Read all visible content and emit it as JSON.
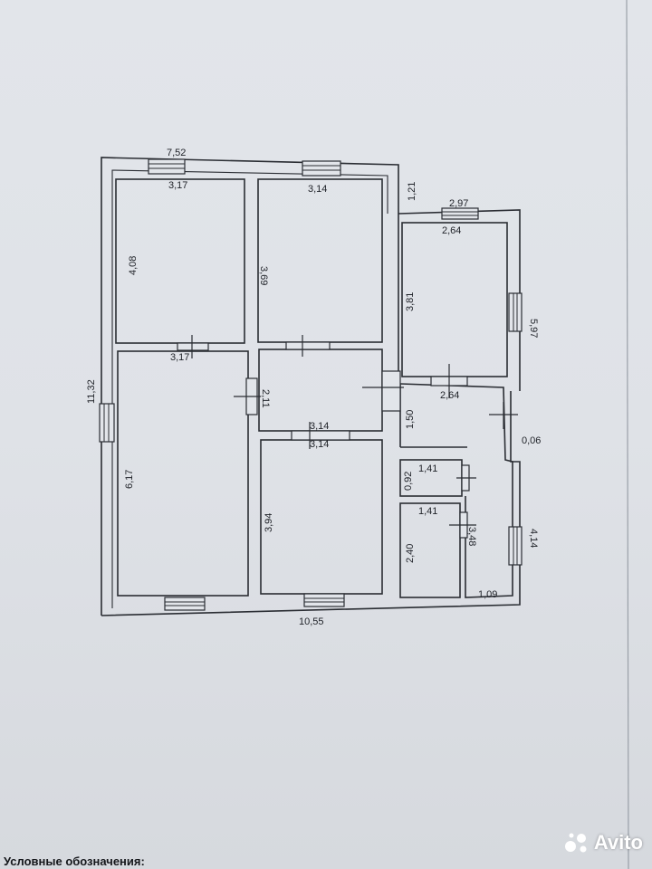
{
  "plan": {
    "dimensions": {
      "outer_top": "7,52",
      "outer_left": "11,32",
      "outer_bottom": "10,55",
      "step_vertical": "1,21",
      "annex_top": "2,97",
      "annex_right": "5,97",
      "room1_width": "3,17",
      "room1_height": "4,08",
      "room2_width": "3,14",
      "room2_height": "3,69",
      "room3_width": "2,64",
      "room3_height": "3,81",
      "living_width": "3,17",
      "living_height": "6,17",
      "hall_height": "2,11",
      "hall_width": "3,14",
      "room5_width": "3,14",
      "room5_height": "3,94",
      "corridor_width": "2,64",
      "corridor_height": "1,50",
      "wall_offset": "0,06",
      "annex_right_lower": "4,14",
      "bath_width": "1,41",
      "bath_height": "0,92",
      "wc_width": "1,41",
      "wc_height": "2,40",
      "kitchen_height": "3,48",
      "kitchen_width": "1,09"
    }
  },
  "legend": {
    "title": "Условные обозначения:"
  },
  "watermark": {
    "text": "Avito"
  }
}
